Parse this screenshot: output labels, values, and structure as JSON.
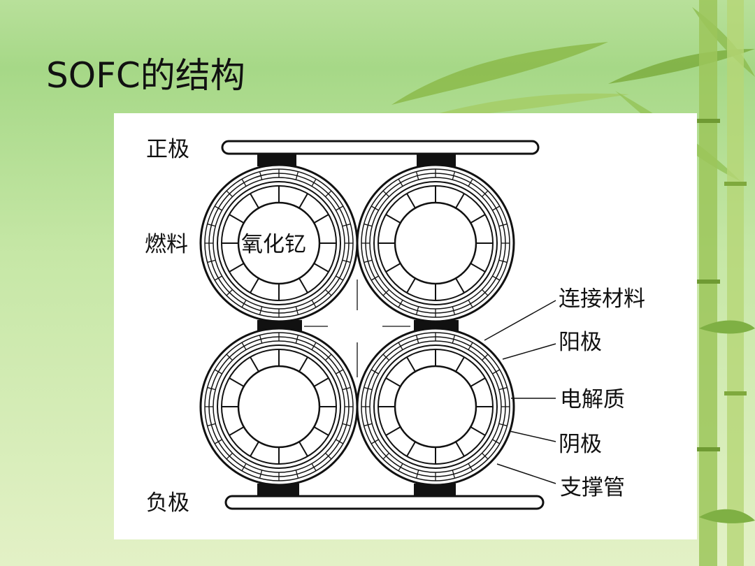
{
  "slide": {
    "title": "SOFC的结构",
    "colors": {
      "background": "#b8e09a",
      "panel": "#ffffff",
      "bamboo": "#8fbf48"
    }
  },
  "diagram": {
    "labels": {
      "positive": "正极",
      "fuel": "燃料",
      "center": "氧化钇",
      "negative": "负极",
      "interconnect": "连接材料",
      "anode": "阳极",
      "electrolyte": "电解质",
      "cathode": "阴极",
      "support_tube": "支撑管"
    }
  }
}
